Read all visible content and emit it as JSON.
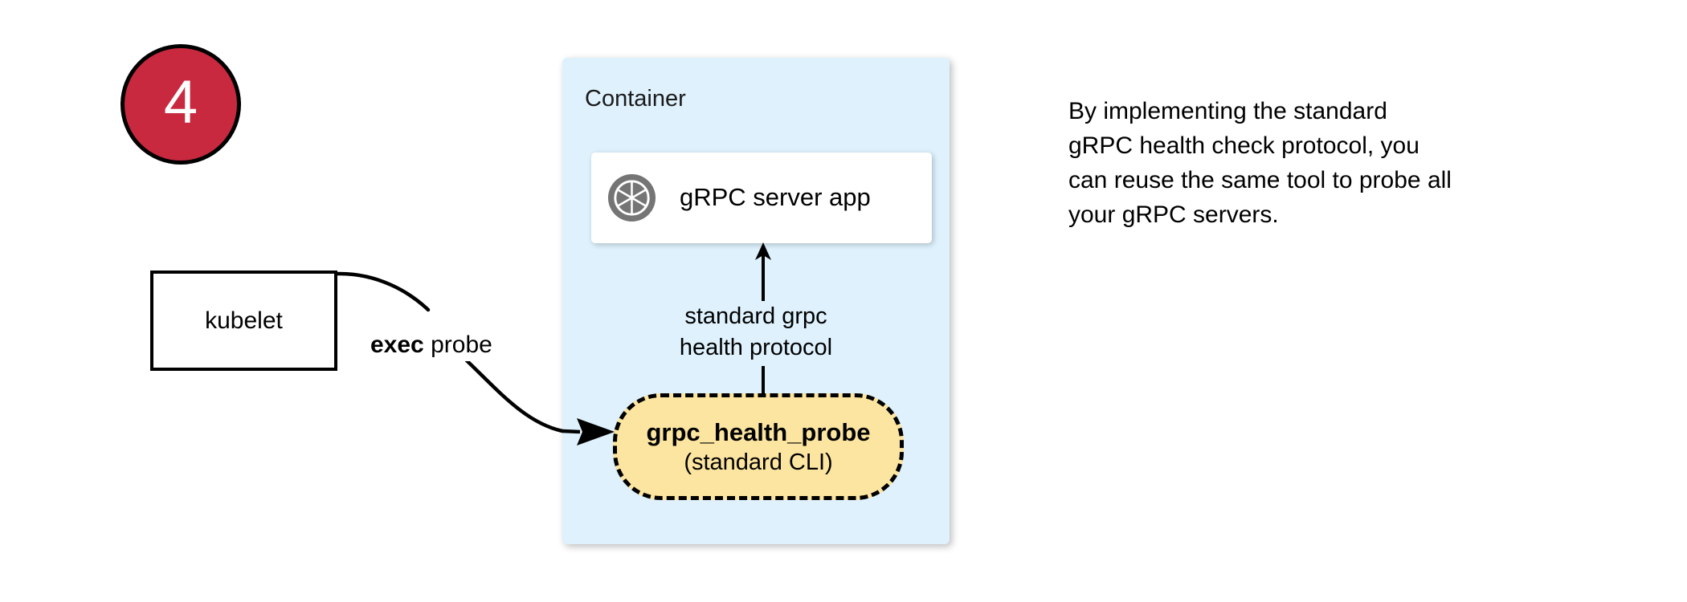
{
  "step": {
    "number": "4",
    "badge_color": "#C9293E",
    "badge_text_color": "#FFFFFF"
  },
  "container": {
    "label": "Container",
    "fill_color": "#DEF1FC"
  },
  "server_app": {
    "label": "gRPC server app",
    "icon": "aperture-icon",
    "icon_color": "#757575",
    "fill_color": "#FFFFFF"
  },
  "protocol_edge": {
    "line1": "standard grpc",
    "line2": "health protocol",
    "direction": "up",
    "stroke_color": "#000000"
  },
  "health_probe": {
    "title": "grpc_health_probe",
    "subtitle": "(standard CLI)",
    "fill_color": "#FCE5A0",
    "border_style": "dashed",
    "border_color": "#000000"
  },
  "kubelet": {
    "label": "kubelet",
    "fill_color": "#FFFFFF",
    "border_color": "#000000"
  },
  "exec_edge": {
    "label_bold": "exec",
    "label_rest": " probe",
    "stroke_color": "#000000"
  },
  "note": {
    "line1": "By implementing the standard",
    "line2": "gRPC health check protocol, you",
    "line3": "can reuse the same tool to probe all",
    "line4": "your gRPC servers."
  }
}
